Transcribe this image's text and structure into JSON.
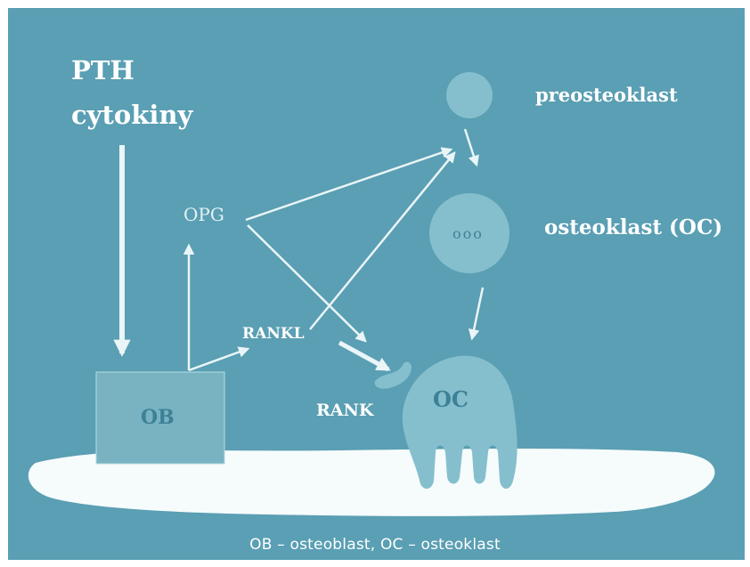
{
  "labels": {
    "pth": "PTH",
    "cytokiny": "cytokiny",
    "preosteoklast": "preosteoklast",
    "osteoklast": "osteoklast (OC)",
    "opg": "OPG",
    "rankl": "RANKL",
    "rank": "RANK",
    "ob": "OB",
    "oc": "OC",
    "nuclei": "ooo"
  },
  "caption": "OB – osteoblast, OC – osteoklast",
  "colors": {
    "background": "#5a9fb3",
    "cell_fill": "#85bfcd",
    "ob_fill": "#79b3c2",
    "bone": "#f6fbfc",
    "arrow": "#eaf5f8",
    "dark_text": "#3d8197"
  }
}
